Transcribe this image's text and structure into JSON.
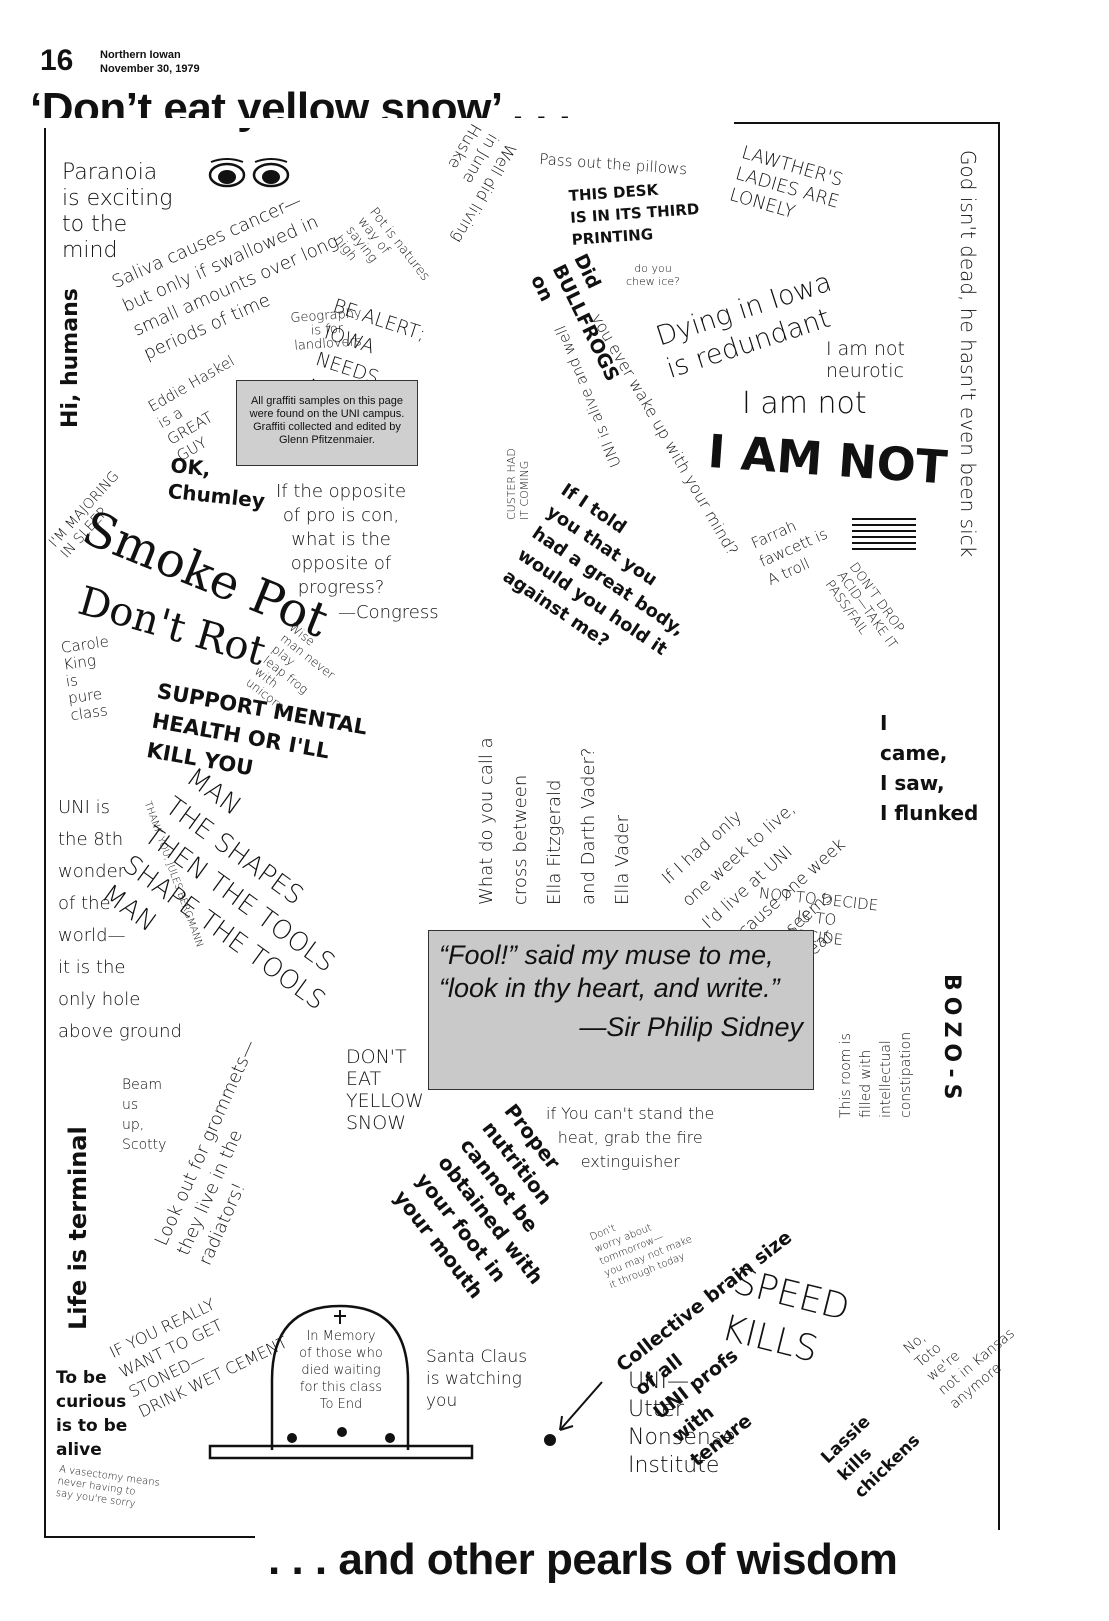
{
  "masthead": {
    "page_number": "16",
    "publication": "Northern Iowan",
    "date": "November 30, 1979"
  },
  "headline": "‘Don’t eat yellow snow’ . . .",
  "footline": ". . . and other pearls of wisdom",
  "note_box": "All graffiti samples on this page were found on the UNI campus. Graffiti collected and edited by Glenn Pfitzenmaier.",
  "quote_box": {
    "text": "“Fool!” said my muse to me, “look in thy heart, and write.”",
    "attribution": "—Sir Philip Sidney"
  },
  "graffiti": {
    "paranoia": "Paranoia\nis exciting\nto the\nmind",
    "saliva": "Saliva causes cancer—\nbut only if swallowed in\nsmall amounts over long\nperiods of time",
    "pot_natures": "Pot is natures\nway of\nsaying\nhigh",
    "well_did_living": "Well did living\nin June\nHuske",
    "pass_pillows": "Pass out the pillows",
    "desk": "THIS DESK\nIS IN ITS THIRD\nPRINTING",
    "chew_ice": "do you\nchew ice?",
    "lawther": "LAWTHER'S\nLADIES ARE\nLONELY",
    "god": "God isn't dead, he hasn't even been sick",
    "humans": "Hi, humans",
    "be_alert": "BE ALERT;\nIOWA\nNEEDS\nMORE\nLERTS",
    "geography": "Geography\nis for\nlandlovers",
    "eddie": "Eddie Haskel\nis a\nGREAT\nGUY",
    "custer": "CUSTER HAD\nIT COMING",
    "uni_alive": "UNI is alive and well",
    "bullfrogs": "Did\nBULLFROGS\non",
    "ever_wake": "you ever wake up with your mind?",
    "dying_iowa": "Dying in Iowa\nis redundant",
    "not_neurotic": "I am not\nneurotic",
    "i_am_not": "I am not",
    "i_am_not_big": "I AM NOT",
    "majoring": "I'M MAJORING\nIN SLEEP",
    "ok_chumley": "OK,\nChumley",
    "smoke_pot": "Smoke Pot",
    "dont_rot": "Don't Rot",
    "opposite_pro": "If the opposite\nof pro is con,\nwhat is the\nopposite of\nprogress?",
    "congress": "—Congress",
    "great_body": "If I told\nyou that you\nhad a great body,\nwould you hold it\nagainst me?",
    "farrah": "Farrah\nfawcett is\nA troll",
    "acid": "DON'T DROP\nACID—TAKE IT\nPASS/FAIL",
    "carole": "Carole\nKing\nis\npure\nclass",
    "wise_man": "Wise\nman never\nplay\nleap frog\nwith\nunicorn",
    "mental_health": "SUPPORT MENTAL\nHEALTH OR I'LL\nKILL YOU",
    "ella": "What do you call a\ncross between\nElla Fitzgerald\nand Darth Vader?\nElla Vader",
    "one_week": "If I had only\none week to live,\nI'd live at UNI\nbecause one week\nat UNI seems\nlike a year",
    "i_came": "I\ncame,\nI saw,\nI flunked",
    "uni_8th": "UNI is\nthe 8th\nwonder\nof the\nworld—\nit is the\nonly hole\nabove ground",
    "jules": "THANK YOU, JULES BERGMANN",
    "man_shapes": "MAN\nTHE SHAPES\nTHEN THE TOOLS\nSHAPE THE TOOLS\nMAN",
    "not_to_decide": "NOT TO DECIDE\nIS TO\nDECIDE",
    "bozo": "BOZO-S",
    "constipation": "This room is\nfilled with\nintellectual\nconstipation",
    "life_terminal": "Life is terminal",
    "beam_up": "Beam\nus\nup,\nScotty",
    "grommets": "Look out for grommets—\nthey live in the\nradiators!",
    "yellow_snow": "DON'T\nEAT\nYELLOW\nSNOW",
    "fire": "if You can't stand the\nheat, grab the fire\nextinguisher",
    "nutrition": "Proper\nnutrition\ncannot be\nobtained with\nyour foot in\nyour mouth",
    "dont_worry": "Don't\nworry about\ntommorrow—\nyou may not make\nit through today",
    "brain_size": "Collective brain size\nof all\nUNI profs\nwith\ntenure",
    "stoned": "IF YOU REALLY\nWANT TO GET\nSTONED—\nDRINK WET CEMENT",
    "toto": "No,\nToto\nwe're\nnot in Kansas\nanymore",
    "speed_kills": "SPEED\nKILLS",
    "tombstone": "In Memory\nof those who\ndied waiting\nfor this class\nTo End",
    "santa": "Santa Claus\nis watching\nyou",
    "uni_nonsense": "UNI—\nUtter\nNonsense\nInstitute",
    "lassie": "Lassie\nkills\nchickens",
    "curious": "To be\ncurious\nis to be\nalive",
    "vasectomy": "A vasectomy means\nnever having to\nsay you're sorry"
  }
}
